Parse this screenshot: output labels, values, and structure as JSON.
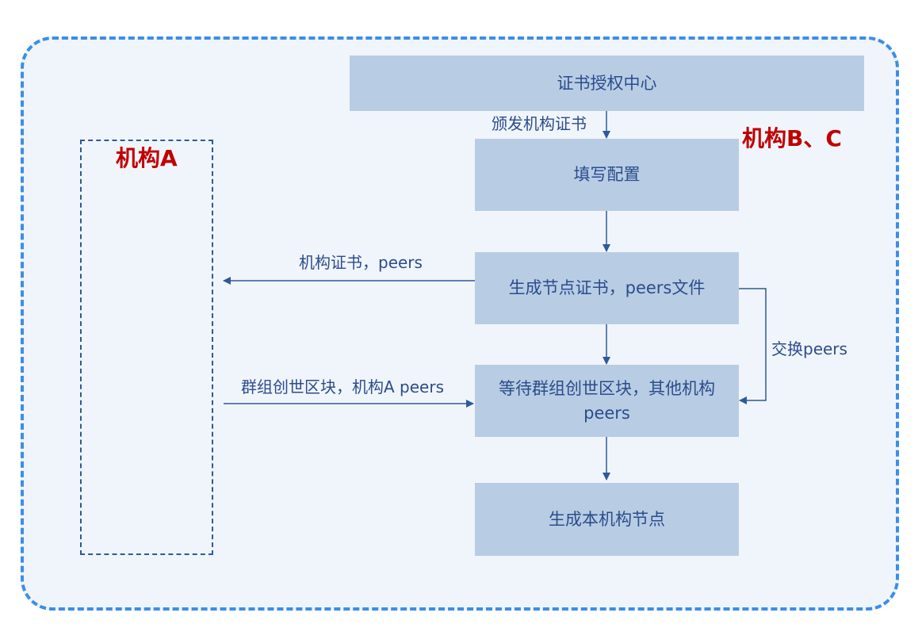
{
  "titles": {
    "org_a": "机构A",
    "org_bc": "机构B、C"
  },
  "nodes": {
    "ca": "证书授权中心",
    "fill_config": "填写配置",
    "gen_certs": "生成节点证书，peers文件",
    "wait_genesis": "等待群组创世区块，其他机构peers",
    "gen_node": "生成本机构节点"
  },
  "edges": {
    "issue_cert": "颁发机构证书",
    "send_to_a": "机构证书，peers",
    "from_a": "群组创世区块，机构A peers",
    "exchange": "交换peers"
  },
  "colors": {
    "outer_border": "#3b8ee8",
    "node_fill": "#b8cde4",
    "text": "#2b4c8c",
    "title": "#c00000",
    "arrow": "#2e5a9a"
  }
}
